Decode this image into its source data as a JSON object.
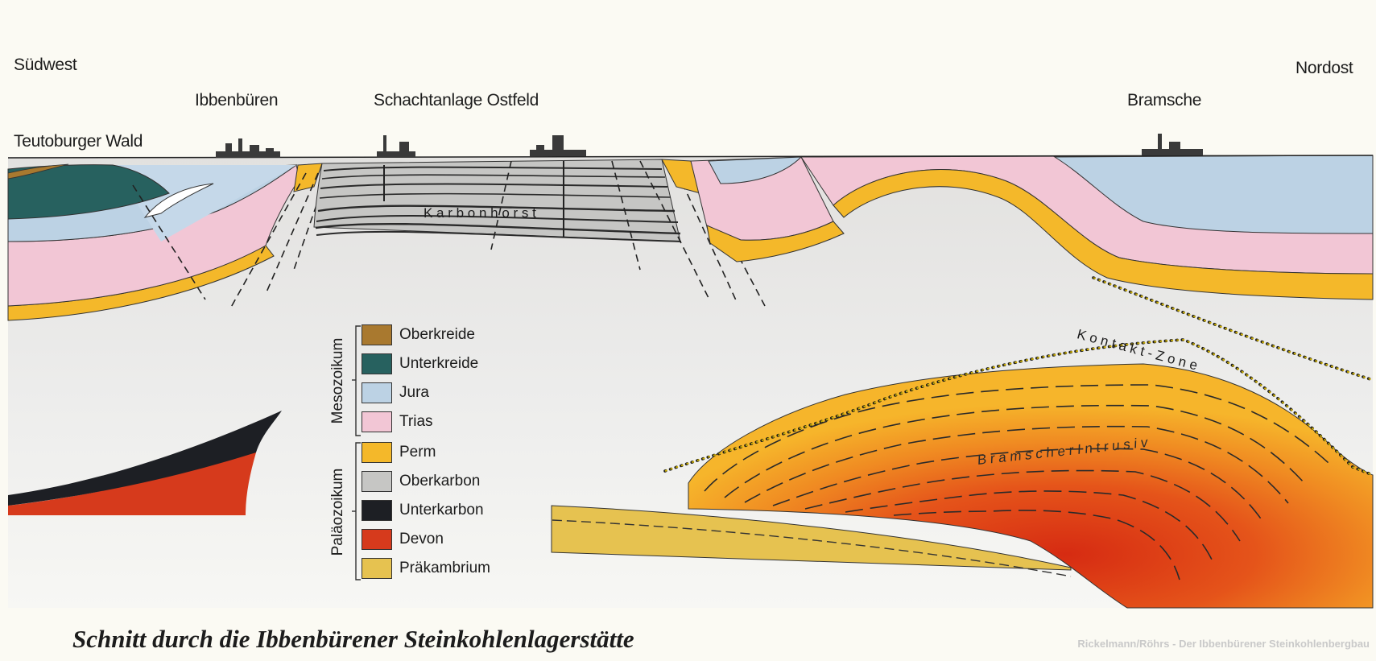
{
  "labels": {
    "suedwest": "Südwest",
    "nordost": "Nordost",
    "ibbenbueren": "Ibbenbüren",
    "schachtanlage": "Schachtanlage Ostfeld",
    "bramsche": "Bramsche",
    "teutoburger": "Teutoburger Wald",
    "karbonhorst": "K a r b o n h o r s t",
    "kontakt_zone": "K o n t a k t - Z o n e",
    "intrusiv": "B r a m s c h e r   I n t r u s i v"
  },
  "legend": {
    "mesozoikum": "Mesozoikum",
    "palaeozoikum": "Paläozoikum",
    "items": [
      {
        "label": "Oberkreide",
        "color": "#a9792f"
      },
      {
        "label": "Unterkreide",
        "color": "#27615f"
      },
      {
        "label": "Jura",
        "color": "#bcd2e4"
      },
      {
        "label": "Trias",
        "color": "#f2c6d5"
      },
      {
        "label": "Perm",
        "color": "#f4b82a"
      },
      {
        "label": "Oberkarbon",
        "color": "#c6c6c4"
      },
      {
        "label": "Unterkarbon",
        "color": "#1d1f24"
      },
      {
        "label": "Devon",
        "color": "#d63a1c"
      },
      {
        "label": "Präkambrium",
        "color": "#e6c250"
      }
    ]
  },
  "caption": "Schnitt durch die Ibbenbürener Steinkohlenlagerstätte",
  "credit": "Rickelmann/Röhrs - Der Ibbenbürener Steinkohlenbergbau"
}
